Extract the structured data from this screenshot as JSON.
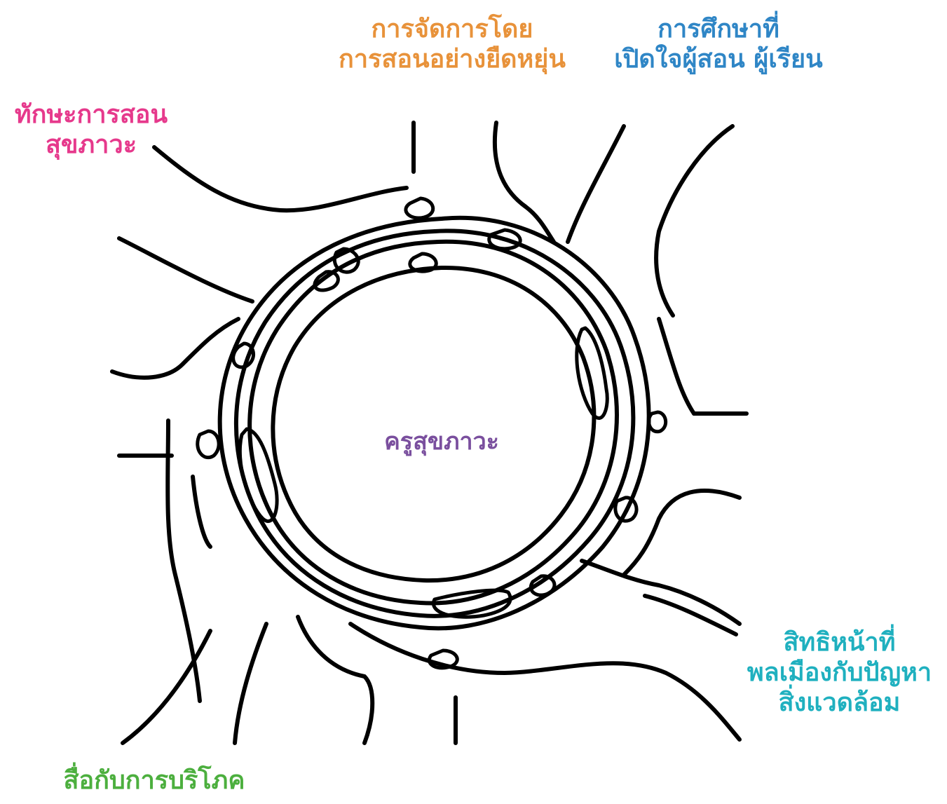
{
  "center": {
    "text": "ครูสุขภาวะ",
    "color": "#7a4f9e"
  },
  "labels": {
    "top_center": {
      "lines": [
        "การจัดการโดย",
        "การสอนอย่างยืดหยุ่น"
      ],
      "color": "#e8923a"
    },
    "top_right": {
      "lines": [
        "การศึกษาที่",
        "เปิดใจผู้สอน ผู้เรียน"
      ],
      "color": "#2f86c6"
    },
    "top_left": {
      "lines": [
        "ทักษะการสอน",
        "สุขภาวะ"
      ],
      "color": "#e6398c"
    },
    "bottom_right": {
      "lines": [
        "สิทธิหน้าที่",
        "พลเมืองกับปัญหา",
        "สิ่งแวดล้อม"
      ],
      "color": "#1fb0bf"
    },
    "bottom_left": {
      "lines": [
        "สื่อกับการบริโภค"
      ],
      "color": "#4caf3e"
    }
  },
  "drawing": {
    "subject": "hands-in-circle-drawing",
    "stroke_color": "#000000"
  }
}
